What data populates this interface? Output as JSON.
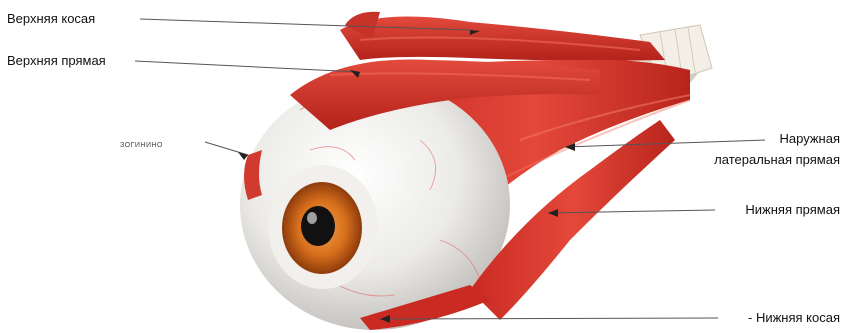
{
  "labels": {
    "superior_oblique": "Верхняя  косая",
    "superior_rectus": "Верхняя прямая",
    "small_left": "ЗОГИНИНО",
    "lateral_rectus_1": "Наружная",
    "lateral_rectus_2": "латеральная прямая",
    "inferior_rectus": "Нижняя прямая",
    "inferior_oblique": "- Нижняя  косая"
  },
  "colors": {
    "muscle": "#d9372c",
    "muscle_dark": "#b3221b",
    "sclera": "#eceae6",
    "iris": "#d8731f",
    "pupil": "#111111",
    "nerve": "#f1ece4"
  }
}
